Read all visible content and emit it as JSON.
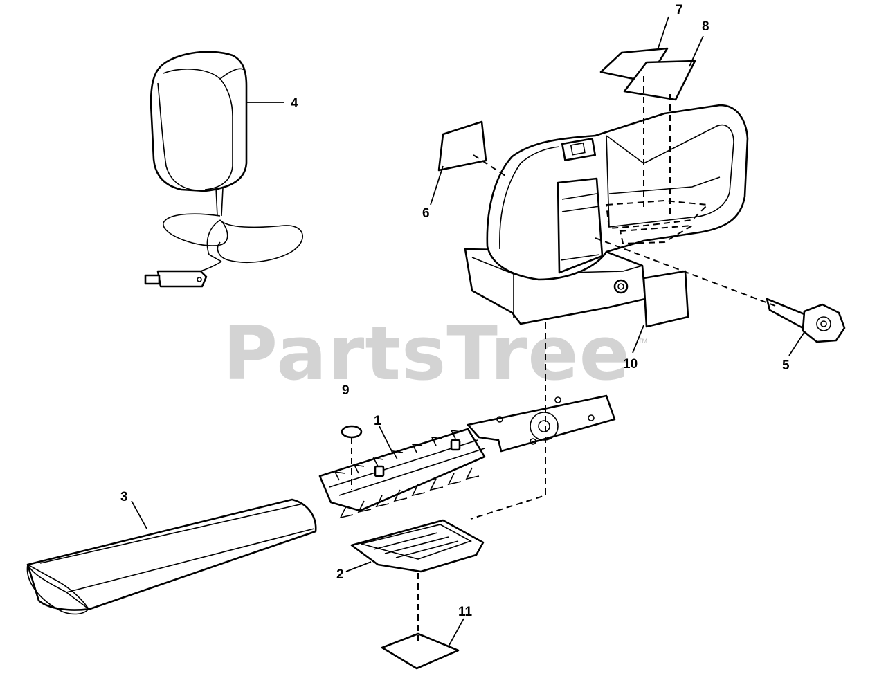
{
  "watermark": {
    "text": "PartsTree",
    "mark": "TM"
  },
  "callouts": [
    {
      "id": "1",
      "label": "1"
    },
    {
      "id": "2",
      "label": "2"
    },
    {
      "id": "3",
      "label": "3"
    },
    {
      "id": "4",
      "label": "4"
    },
    {
      "id": "5",
      "label": "5"
    },
    {
      "id": "6",
      "label": "6"
    },
    {
      "id": "7",
      "label": "7"
    },
    {
      "id": "8",
      "label": "8"
    },
    {
      "id": "9",
      "label": "9"
    },
    {
      "id": "10",
      "label": "10"
    },
    {
      "id": "11",
      "label": "11"
    }
  ],
  "colors": {
    "line": "#000000",
    "background": "#ffffff",
    "watermark": "#c4c4c4"
  }
}
